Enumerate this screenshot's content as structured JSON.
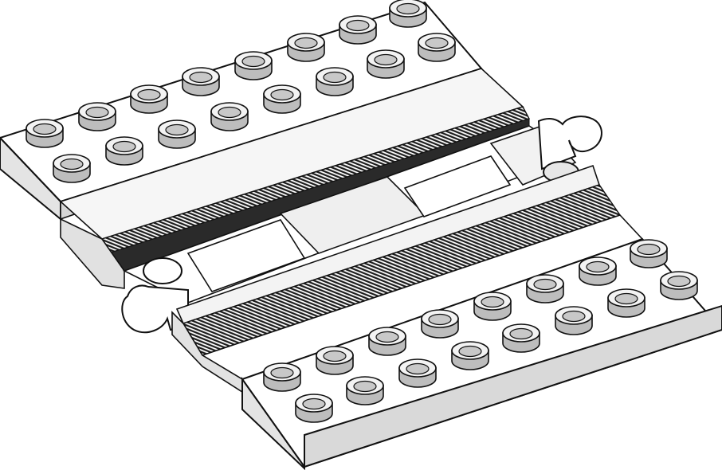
{
  "figure": {
    "subject": "track-crossing-plate",
    "colors": {
      "outline": "#111111",
      "top_face": "#ffffff",
      "left_face": "#ececec",
      "front_face": "#d9d9d9",
      "dark_face": "#bdbdbd",
      "stud_top": "#f3f3f3",
      "stud_inner": "#c8c8c8",
      "groove": "#2a2a2a",
      "background": "#ffffff"
    },
    "plates": [
      {
        "name": "upper-plate",
        "studs": 16
      },
      {
        "name": "lower-plate",
        "studs": 16
      }
    ],
    "connectors": [
      "left-peg-connector",
      "right-peg-connector"
    ]
  }
}
